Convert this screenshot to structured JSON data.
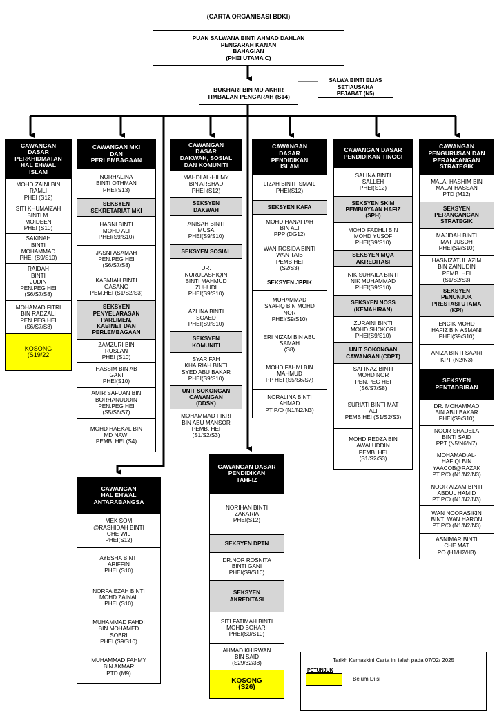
{
  "title": "(CARTA ORGANISASI BDKI)",
  "director": "PUAN SALWANA BINTI AHMAD DAHLAN\nPENGARAH KANAN\nBAHAGIAN\n(PHEI UTAMA C)",
  "secretary": "SALWA BINTI ELIAS\nSETIAUSAHA\nPEJABAT (N5)",
  "deputy": "BUKHARI BIN MD AKHIR\nTIMBALAN PENGARAH (S14)",
  "columns": [
    {
      "cells": [
        {
          "t": "h",
          "v": "CAWANGAN\nDASAR\nPERKHIDMATAN\nHAL EHWAL\nISLAM"
        },
        {
          "t": "n",
          "v": "MOHD ZAINI BIN\nRAMLI\nPHEI (S12)"
        },
        {
          "t": "n",
          "v": "SITI KHUMAIZAH\nBINTI M.\nMOIDEEN\nPHEI (S10)"
        },
        {
          "t": "n",
          "v": "SAKINAH\nBINTI\nMOHAMMAD\nPHEI (S9/S10)"
        },
        {
          "t": "n",
          "v": "RAIDAH\nBINTI\nJUDIN\nPEN.PEG HEI\n(S6/S7/S8)"
        },
        {
          "t": "n",
          "v": "MOHAMAD FITRI\nBIN RADZALI\nPEN.PEG HEI\n(S6/S7/S8)"
        },
        {
          "t": "v",
          "v": "KOSONG\n(S19/22"
        }
      ]
    },
    {
      "cells": [
        {
          "t": "h",
          "v": "CAWANGAN MKI\nDAN\nPERLEMBAGAAN"
        },
        {
          "t": "n",
          "v": "NORHALINA\nBINTI OTHMAN\nPHEI(S13)"
        },
        {
          "t": "s",
          "v": "SEKSYEN\nSEKRETARIAT MKI"
        },
        {
          "t": "n",
          "v": "HASNI BINTI\nMOHD ALI\nPHEI(S9/S10)"
        },
        {
          "t": "n",
          "v": "JASNI ASAMAH\nPEN.PEG HEI\n(S6/S7/S8)"
        },
        {
          "t": "n",
          "v": "KASMIAH BINTI\nGASANG\nPEM.HEI (S1/S2/S3)"
        },
        {
          "t": "s",
          "v": "SEKSYEN\nPENYELARASAN\nPARLIMEN,\nKABINET DAN\nPERLEMBAGAAN"
        },
        {
          "t": "n",
          "v": "ZAMZURI BIN\nRUSLAN\nPHEI (S10)"
        },
        {
          "t": "n",
          "v": "HASSIM BIN AB\nGANI\nPHEI(S10)"
        },
        {
          "t": "n",
          "v": "AMIR SAFUAN BIN\nBORHANUDDIN\nPEN.PEG HEI\n(S5/S6/S7)"
        },
        {
          "t": "n",
          "v": "MOHD HAEKAL BIN\nMD NAWI\nPEMB. HEI (S4)"
        }
      ]
    },
    {
      "cells": [
        {
          "t": "h",
          "v": "CAWANGAN\nDASAR\nDAKWAH, SOSIAL\nDAN KOMUNITI"
        },
        {
          "t": "n",
          "v": "MAHDI AL-HILMY\nBIN ARSHAD\nPHEI (S12)"
        },
        {
          "t": "s",
          "v": "SEKSYEN\nDAKWAH"
        },
        {
          "t": "n",
          "v": "ANISAH BINTI\nMUSA\nPHEI(S9/S10)"
        },
        {
          "t": "s",
          "v": "SEKSYEN SOSIAL"
        },
        {
          "t": "n",
          "v": "DR.\nNURULASHIQIN\nBINTI MAHMUD\nZUHUDI\nPHEI(S9/S10)"
        },
        {
          "t": "n",
          "v": "AZLINA BINTI\nSOAED\nPHEI(S9/S10)"
        },
        {
          "t": "s",
          "v": "SEKSYEN\nKOMUNITI"
        },
        {
          "t": "n",
          "v": "SYARIFAH\nKHAIRIAH BINTI\nSYED ABU BAKAR\nPHEI(S9/S10)"
        },
        {
          "t": "s",
          "v": "UNIT SOKONGAN\nCAWANGAN\n(DDSK)"
        },
        {
          "t": "n",
          "v": "MOHAMMAD FIKRI\nBIN ABU MANSOR\nPEMB. HEI\n(S1/S2/S3)"
        }
      ]
    },
    {
      "cells": [
        {
          "t": "h",
          "v": "CAWANGAN\nDASAR\nPENDIDIKAN\nISLAM"
        },
        {
          "t": "n",
          "v": "LIZAH BINTI ISMAIL\nPHEI(S12)"
        },
        {
          "t": "s",
          "v": "SEKSYEN KAFA"
        },
        {
          "t": "n",
          "v": "MOHD HANAFIAH\nBIN ALI\nPPP (DG12)"
        },
        {
          "t": "n",
          "v": "WAN ROSIDA BINTI\nWAN TAIB\nPEMB HEI\n(S2/S3)"
        },
        {
          "t": "w",
          "v": "SEKSYEN JPPIK"
        },
        {
          "t": "n",
          "v": "MUHAMMAD\nSYAFIQ BIN MOHD\nNOR\nPHEI(S9/S10)"
        },
        {
          "t": "n",
          "v": "ERI NIZAM BIN ABU\nSAMAH\n(S8)"
        },
        {
          "t": "n",
          "v": "MOHD FAHMI BIN\nMAHMUD\nPP HEI (S5/S6/S7)"
        },
        {
          "t": "n",
          "v": "NORALINA BINTI\nAHMAD\nPT P/O (N1/N2/N3)"
        }
      ]
    },
    {
      "cells": [
        {
          "t": "h",
          "v": "CAWANGAN DASAR\nPENDIDIKAN TINGGI"
        },
        {
          "t": "n",
          "v": "SALINA BINTI\nSALLEH\nPHEI(S12)"
        },
        {
          "t": "s",
          "v": "SEKSYEN SKIM\nPEMBIAYAAN HAFIZ\n(SPH)"
        },
        {
          "t": "n",
          "v": "MOHD FADHLI BIN\nMOHD YUSOF\nPHEI(S9/S10)"
        },
        {
          "t": "s",
          "v": "SEKSYEN MQA\nAKREDITASI"
        },
        {
          "t": "n",
          "v": "NIK SUHAILA BINTI\nNIK MUHAMMAD\nPHEI(S9/S10)"
        },
        {
          "t": "s",
          "v": "SEKSYEN NOSS\n(KEMAHIRAN)"
        },
        {
          "t": "n",
          "v": "ZURAINI BINTI\nMOHD SHOKORI\nPHEI(S9/S10)"
        },
        {
          "t": "s",
          "v": "UNIT SOKONGAN\nCAWANGAN (CDPT)"
        },
        {
          "t": "n",
          "v": "SAFINAZ BINTI\nMOHD NOR\nPEN.PEG HEI\n(S6/S7/S8)"
        },
        {
          "t": "n",
          "v": "SURIATI BINTI MAT\nALI\nPEMB HEI (S1/S2/S3)"
        },
        {
          "t": "n",
          "v": "MOHD REDZA BIN\nAWALUDDIN\nPEMB. HEI\n(S1/S2/S3)"
        }
      ]
    },
    {
      "cells": [
        {
          "t": "h",
          "v": "CAWANGAN\nPENGURUSAN DAN\nPERANCANGAN\nSTRATEGIK"
        },
        {
          "t": "n",
          "v": "MALAI HASHIM BIN\nMALAI HASSAN\nPTD (M12)"
        },
        {
          "t": "s",
          "v": "SEKSYEN\nPERANCANGAN\nSTRATEGIK"
        },
        {
          "t": "n",
          "v": "MAJIDAH BINTI\nMAT JUSOH\nPHEI(S9/S10)"
        },
        {
          "t": "n",
          "v": "HASNIZATUL AZIM\nBIN ZAINUDIN\nPEMB. HEI\n(S1/S2/S3)"
        },
        {
          "t": "s",
          "v": "SEKSYEN\nPENUNJUK\nPRESTASI UTAMA\n(KPI)"
        },
        {
          "t": "n",
          "v": "ENCIK MOHD\nHAFIZ BIN ASMANI\nPHEI(S9/S10)"
        },
        {
          "t": "n",
          "v": "ANIZA BINTI SAARI\nKPT (N2/N3)"
        },
        {
          "t": "h",
          "v": "SEKSYEN\nPENTADBIRAN"
        },
        {
          "t": "n",
          "v": "DR. MOHAMMAD\nBIN ABU BAKAR\nPHEI(S9/S10)"
        },
        {
          "t": "n",
          "v": "NOOR SHADELA\nBINTI SAID\nPPT (N5/N6/N7)"
        },
        {
          "t": "n",
          "v": "MOHAMAD AL-\nHAFIQI BIN\nYAACOB@RAZAK\nPT P/O (N1/N2/N3)"
        },
        {
          "t": "n",
          "v": "NOOR AIZAM BINTI\nABDUL HAMID\nPT P/O (N1/N2/N3)"
        },
        {
          "t": "n",
          "v": "WAN NOORASIKIN\nBINTI WAN HARON\nPT P/O (N1/N2/N3)"
        },
        {
          "t": "n",
          "v": "ASNIMAR BINTI\nCHE MAT\nPO (H1/H2/H3)"
        }
      ]
    },
    {
      "cells": [
        {
          "t": "h",
          "v": "CAWANGAN\nHAL EHWAL\nANTARABANGSA"
        },
        {
          "t": "n",
          "v": "MEK SOM\n@RASHIDAH BINTI\nCHE WIL\nPHEI(S12)"
        },
        {
          "t": "n",
          "v": "AYESHA BINTI\nARIFFIN\nPHEI (S10)"
        },
        {
          "t": "n",
          "v": "NORFAIEZAH BINTI\nMOHD ZAINAL\nPHEI (S10)"
        },
        {
          "t": "n",
          "v": "MUHAMMAD FAHDI\nBIN MOHAMED\nSOBRI\nPHEI (S9/S10)"
        },
        {
          "t": "n",
          "v": "MUHAMMAD FAHMY\nBIN AKMAR\nPTD (M9)"
        }
      ]
    },
    {
      "cells": [
        {
          "t": "h",
          "v": "CAWANGAN DASAR\nPENDIDIKAN\nTAHFIZ"
        },
        {
          "t": "n",
          "v": "NORIHAN BINTI\nZAKARIA\nPHEI(S12)"
        },
        {
          "t": "s",
          "v": "SEKSYEN DPTN"
        },
        {
          "t": "n",
          "v": "DR.NOR ROSNITA\nBINTI GANI\nPHEI(S9/S10)"
        },
        {
          "t": "s",
          "v": "SEKSYEN\nAKREDITASI"
        },
        {
          "t": "n",
          "v": "SITI FATIMAH BINTI\nMOHD BOHARI\nPHEI(S9/S10)"
        },
        {
          "t": "n",
          "v": "AHMAD KHIRWAN\nBIN SAID\n(S29/32/38)"
        },
        {
          "t": "vb",
          "v": "KOSONG\n(S26)"
        }
      ]
    }
  ],
  "legend": {
    "updated": "Tarikh Kemaskini Carta ini ialah pada 07/02/ 2025",
    "key_label": "PETUNJUK",
    "vacant_label": "Belum Diisi",
    "vacant_color": "#ffff00"
  }
}
